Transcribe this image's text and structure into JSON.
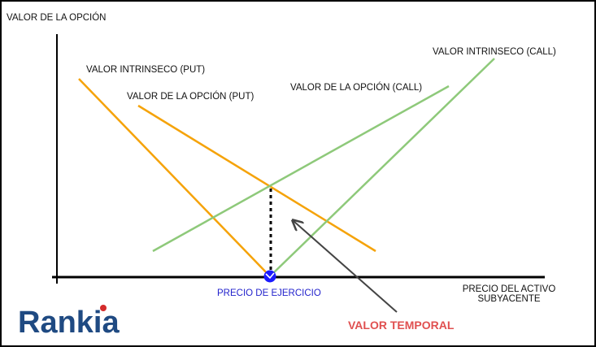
{
  "y_axis_label": "VALOR DE LA OPCIÓN",
  "x_axis_label_line1": "PRECIO DEL ACTIVO",
  "x_axis_label_line2": "SUBYACENTE",
  "strike_label": "PRECIO DE EJERCICIO",
  "time_value_label": "VALOR TEMPORAL",
  "put_intrinsic_label": "VALOR INTRINSECO (PUT)",
  "put_option_label": "VALOR DE LA OPCIÓN (PUT)",
  "call_option_label": "VALOR DE LA OPCIÓN (CALL)",
  "call_intrinsic_label": "VALOR INTRINSECO (CALL)",
  "logo": {
    "text_part1": "Rank",
    "text_part2": "i",
    "text_part3": "a"
  },
  "colors": {
    "put": "#f5a30a",
    "call": "#8ec97a",
    "axis": "#000000",
    "strike_label": "#2222cc",
    "strike_marker": "#1a1aff",
    "time_value": "#e05050",
    "arrow": "#444444",
    "logo": "#1f4a82",
    "logo_dot": "#d42b2b"
  }
}
